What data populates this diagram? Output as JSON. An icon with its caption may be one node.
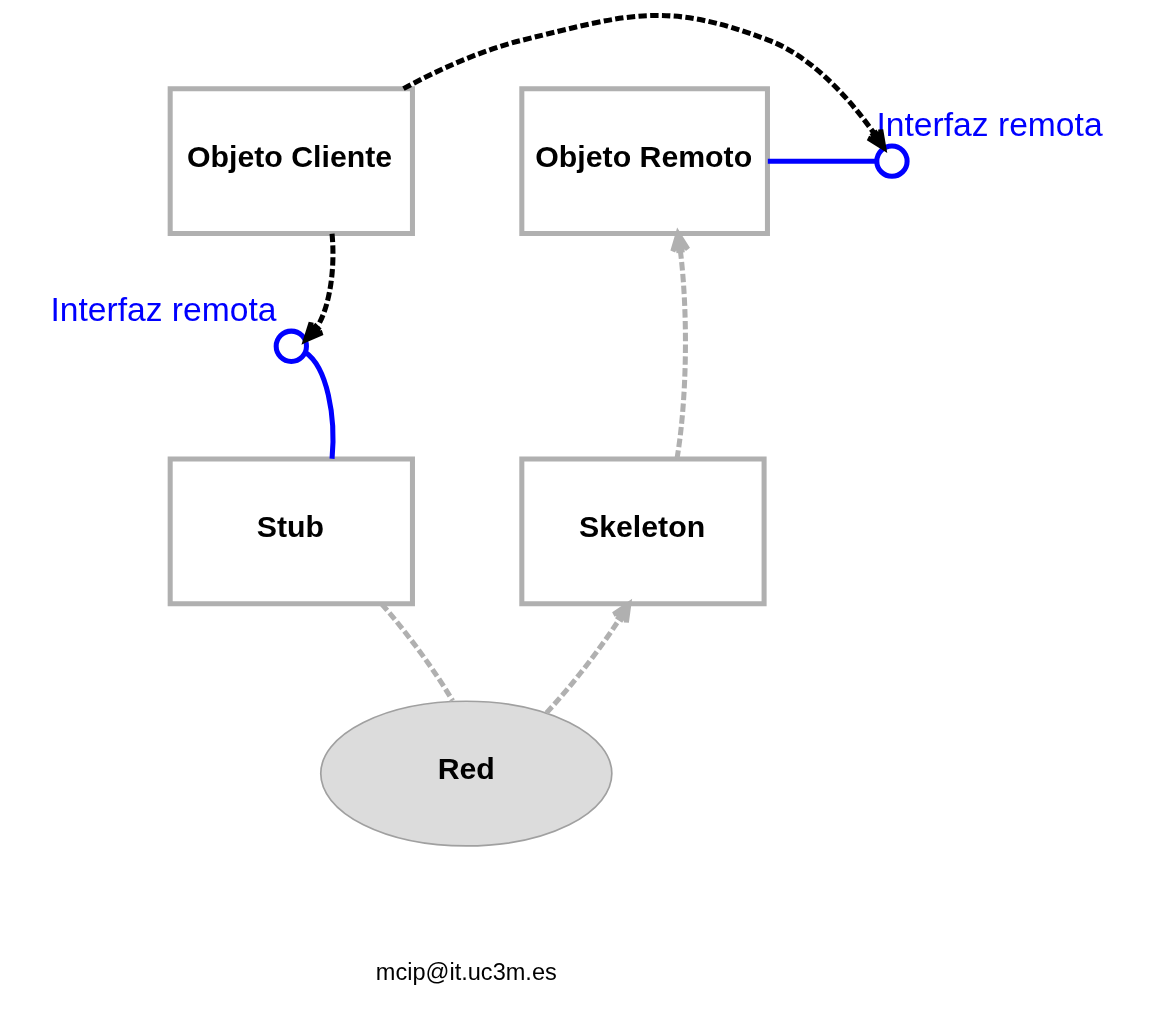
{
  "diagram": {
    "nodes": [
      {
        "text": [
          "Objeto Cliente"
        ]
      },
      {
        "text": [],
        "shape": "circle",
        "beside": [
          "Interfaz remota"
        ]
      },
      {
        "text": [
          "Objeto Remoto"
        ]
      },
      {
        "text": [],
        "shape": "circle",
        "beside": [
          "Interfaz remota"
        ]
      },
      {
        "text": [
          "Skeleton"
        ]
      },
      {
        "text": [
          "Stub"
        ]
      },
      {
        "text": [
          "Red"
        ]
      }
    ],
    "edges": [
      {
        "from": 0,
        "to": 1,
        "arrow": "to",
        "style": "dashed",
        "color": "#000000"
      },
      {
        "from": 2,
        "to": 1,
        "arrow": "none",
        "color": "#0000ff"
      },
      {
        "from": 0,
        "to": 3,
        "arrow": "to",
        "style": "dashed",
        "color": "#000000"
      },
      {
        "from": 5,
        "to": 3,
        "arrow": "none",
        "color": "#0000ff"
      },
      {
        "from": 5,
        "to": 6,
        "arrow": "none",
        "style": "dashed",
        "color": "#b0b0b0"
      },
      {
        "from": 6,
        "to": 4,
        "arrow": "to",
        "style": "dashed",
        "color": "#b0b0b0"
      },
      {
        "from": 4,
        "to": 2,
        "arrow": "to",
        "style": "dashed",
        "color": "#b0b0b0"
      }
    ],
    "labels": [
      "mcip@it.uc3m.es"
    ]
  }
}
